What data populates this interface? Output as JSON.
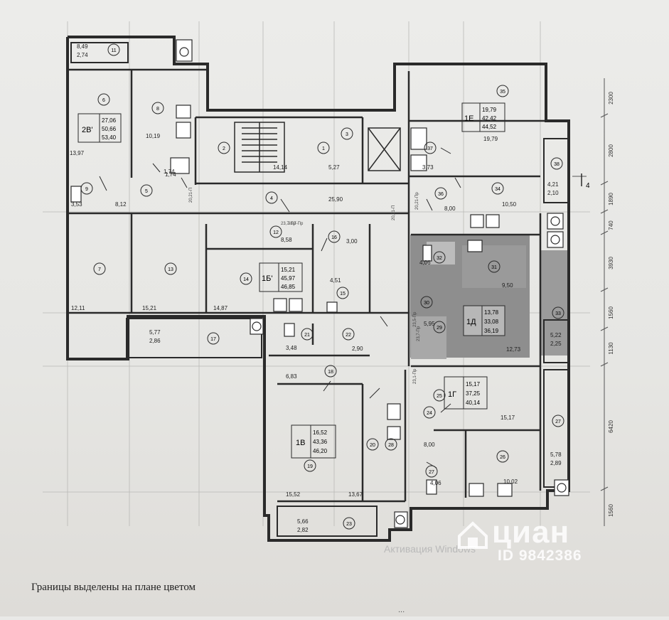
{
  "caption": "Границы выделены на плане цветом",
  "watermark": {
    "activation": "Активация Windows",
    "brand": "циан",
    "id": "ID 9842386",
    "icon": "cian-house-icon"
  },
  "bottom_cut": "...",
  "colors": {
    "line": "#2a2a2a",
    "highlight": "#8d8d8d",
    "paper": "#ececea"
  },
  "apartments": [
    {
      "code": "2В'",
      "a": "27,06",
      "b": "50,66",
      "c": "53,40"
    },
    {
      "code": "1Е",
      "a": "19,79",
      "b": "42,42",
      "c": "44,52"
    },
    {
      "code": "1Б'",
      "a": "15,21",
      "b": "45,97",
      "c": "46,85"
    },
    {
      "code": "1Д",
      "a": "13,78",
      "b": "33,08",
      "c": "36,19"
    },
    {
      "code": "1Г",
      "a": "15,17",
      "b": "37,25",
      "c": "40,14"
    },
    {
      "code": "1В",
      "a": "16,52",
      "b": "43,36",
      "c": "46,20"
    }
  ],
  "rooms": [
    {
      "n": "11"
    },
    {
      "n": "6"
    },
    {
      "n": "8"
    },
    {
      "n": "2"
    },
    {
      "n": "1"
    },
    {
      "n": "3"
    },
    {
      "n": "9"
    },
    {
      "n": "5"
    },
    {
      "n": "4"
    },
    {
      "n": "7"
    },
    {
      "n": "13"
    },
    {
      "n": "12"
    },
    {
      "n": "14"
    },
    {
      "n": "16"
    },
    {
      "n": "15"
    },
    {
      "n": "35"
    },
    {
      "n": "37"
    },
    {
      "n": "36"
    },
    {
      "n": "38"
    },
    {
      "n": "34"
    },
    {
      "n": "31"
    },
    {
      "n": "33"
    },
    {
      "n": "32"
    },
    {
      "n": "30"
    },
    {
      "n": "29"
    },
    {
      "n": "27"
    },
    {
      "n": "17"
    },
    {
      "n": "21"
    },
    {
      "n": "22"
    },
    {
      "n": "18"
    },
    {
      "n": "19"
    },
    {
      "n": "20"
    },
    {
      "n": "23"
    },
    {
      "n": "25"
    },
    {
      "n": "24"
    },
    {
      "n": "26"
    },
    {
      "n": "27"
    },
    {
      "n": "28"
    }
  ],
  "areas": [
    "8,49",
    "2,74",
    "10,19",
    "13,97",
    "1,74",
    "14,14",
    "5,27",
    "3,53",
    "8,12",
    "25,90",
    "19,79",
    "3,73",
    "4,21",
    "2,10",
    "8,00",
    "10,50",
    "8,58",
    "3,00",
    "4,06",
    "9,50",
    "4,51",
    "12,11",
    "15,21",
    "14,87",
    "5,77",
    "2,86",
    "3,48",
    "5,95",
    "12,73",
    "5,22",
    "2,25",
    "6,83",
    "2,90",
    "15,17",
    "15,52",
    "13,67",
    "8,00",
    "4,06",
    "10,02",
    "5,78",
    "2,89",
    "5,66",
    "2,82",
    "1,74"
  ],
  "dimensions": [
    "2300",
    "2800",
    "1890",
    "740",
    "3930",
    "1560",
    "1130",
    "6420",
    "1560"
  ],
  "axis_mark": "4",
  "notes": [
    "23,7-Пр",
    "23,7-Пр",
    "20,21-П",
    "20,21-П",
    "20,21-Пр",
    "23,7-Пр",
    "23,5-Пр",
    "23,1-Пр"
  ]
}
